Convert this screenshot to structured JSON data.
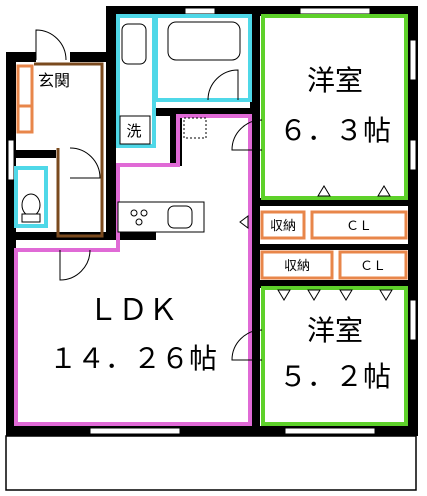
{
  "rooms": {
    "western_room_1": {
      "name": "洋室",
      "size": "６．３帖"
    },
    "western_room_2": {
      "name": "洋室",
      "size": "５．２帖"
    },
    "ldk": {
      "name": "ＬＤＫ",
      "size": "１４．２６帖"
    }
  },
  "entrance": {
    "label": "玄関"
  },
  "washroom": {
    "label": "洗"
  },
  "storage_1": {
    "label": "収納"
  },
  "storage_2": {
    "label": "収納"
  },
  "closet_1": {
    "label": "ＣＬ"
  },
  "closet_2": {
    "label": "ＣＬ"
  },
  "colors": {
    "wall": "#000000",
    "western_room": "#5ed12a",
    "ldk": "#e06ad6",
    "wet_area": "#4fd8e8",
    "closet": "#e8864a",
    "entrance_floor": "#7a4a1e"
  }
}
